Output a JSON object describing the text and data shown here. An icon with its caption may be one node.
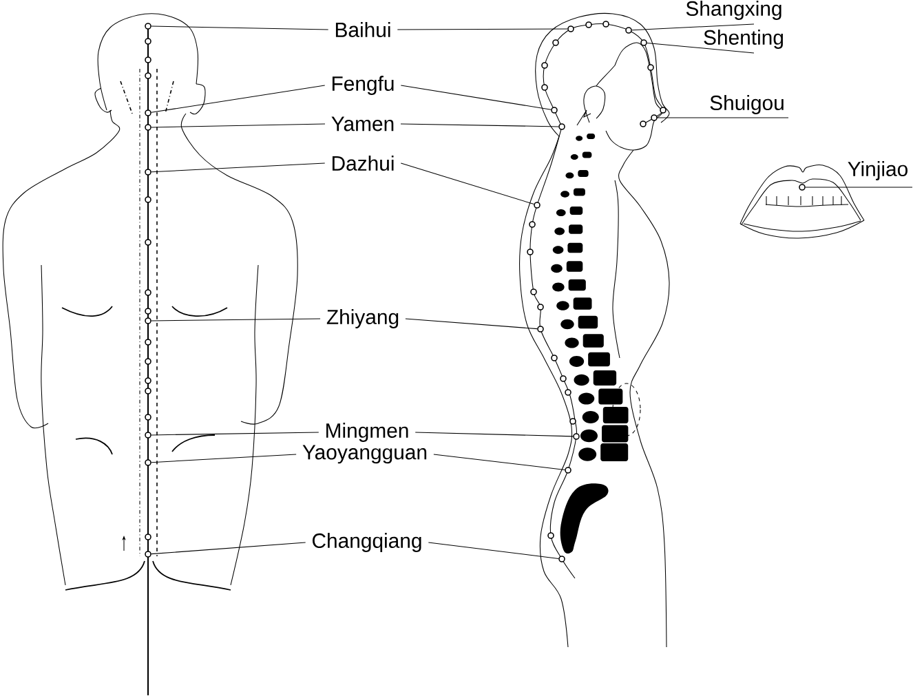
{
  "diagram": {
    "nodes": [
      {
        "text": [
          "Shangxing"
        ]
      },
      {
        "text": [
          "Baihui"
        ]
      },
      {
        "text": [
          "Shenting"
        ]
      },
      {
        "text": [
          "Fengfu"
        ]
      },
      {
        "text": [
          "Shuigou"
        ]
      },
      {
        "text": [
          "Yamen"
        ]
      },
      {
        "text": [
          "Dazhui"
        ]
      },
      {
        "text": [
          "Yinjiao"
        ]
      },
      {
        "text": [
          "Zhiyang"
        ]
      },
      {
        "text": [
          "Mingmen"
        ]
      },
      {
        "text": [
          "Yaoyangguan"
        ]
      },
      {
        "text": [
          "Changqiang"
        ]
      },
      {
        "text": [],
        "shape": "circle"
      },
      {
        "text": [],
        "shape": "circle"
      },
      {
        "text": [],
        "shape": "circle"
      },
      {
        "text": [],
        "shape": "circle"
      },
      {
        "text": [],
        "shape": "circle"
      },
      {
        "text": [],
        "shape": "circle"
      },
      {
        "text": [],
        "shape": "circle"
      },
      {
        "text": [],
        "shape": "circle"
      },
      {
        "text": [],
        "shape": "circle"
      },
      {
        "text": [],
        "shape": "circle"
      },
      {
        "text": [],
        "shape": "circle"
      },
      {
        "text": [],
        "shape": "circle"
      },
      {
        "text": [],
        "shape": "circle"
      },
      {
        "text": [],
        "shape": "circle"
      },
      {
        "text": [],
        "shape": "circle"
      },
      {
        "text": [],
        "shape": "circle"
      },
      {
        "text": [],
        "shape": "circle"
      },
      {
        "text": [],
        "shape": "circle"
      },
      {
        "text": [],
        "shape": "circle"
      },
      {
        "text": [],
        "shape": "circle"
      }
    ],
    "edges": [
      {
        "from": 0,
        "to": 21,
        "arrow": "none"
      },
      {
        "from": 1,
        "to": 12,
        "arrow": "none"
      },
      {
        "from": 1,
        "to": 20,
        "arrow": "none"
      },
      {
        "from": 2,
        "to": 22,
        "arrow": "none"
      },
      {
        "from": 3,
        "to": 13,
        "arrow": "none"
      },
      {
        "from": 3,
        "to": 23,
        "arrow": "none"
      },
      {
        "from": 4,
        "to": 24,
        "arrow": "none"
      },
      {
        "from": 5,
        "to": 14,
        "arrow": "none"
      },
      {
        "from": 5,
        "to": 25,
        "arrow": "none"
      },
      {
        "from": 6,
        "to": 15,
        "arrow": "none"
      },
      {
        "from": 6,
        "to": 26,
        "arrow": "none"
      },
      {
        "from": 7,
        "to": 31,
        "arrow": "none"
      },
      {
        "from": 8,
        "to": 16,
        "arrow": "none"
      },
      {
        "from": 8,
        "to": 27,
        "arrow": "none"
      },
      {
        "from": 9,
        "to": 17,
        "arrow": "none"
      },
      {
        "from": 9,
        "to": 28,
        "arrow": "none"
      },
      {
        "from": 10,
        "to": 18,
        "arrow": "none"
      },
      {
        "from": 10,
        "to": 29,
        "arrow": "none"
      },
      {
        "from": 11,
        "to": 19,
        "arrow": "none"
      },
      {
        "from": 11,
        "to": 30,
        "arrow": "none"
      }
    ]
  }
}
